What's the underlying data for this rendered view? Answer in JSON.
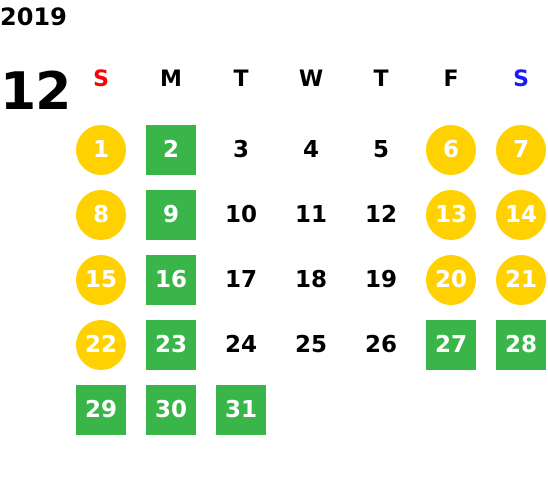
{
  "calendar": {
    "year": "2019",
    "month": "12",
    "weekdays": [
      {
        "label": "S",
        "color": "#ff0000"
      },
      {
        "label": "M",
        "color": "#000000"
      },
      {
        "label": "T",
        "color": "#000000"
      },
      {
        "label": "W",
        "color": "#000000"
      },
      {
        "label": "T",
        "color": "#000000"
      },
      {
        "label": "F",
        "color": "#000000"
      },
      {
        "label": "S",
        "color": "#1a1aff"
      }
    ],
    "days": [
      {
        "n": "1",
        "marker": "circle"
      },
      {
        "n": "2",
        "marker": "square"
      },
      {
        "n": "3",
        "marker": "none"
      },
      {
        "n": "4",
        "marker": "none"
      },
      {
        "n": "5",
        "marker": "none"
      },
      {
        "n": "6",
        "marker": "circle"
      },
      {
        "n": "7",
        "marker": "circle"
      },
      {
        "n": "8",
        "marker": "circle"
      },
      {
        "n": "9",
        "marker": "square"
      },
      {
        "n": "10",
        "marker": "none"
      },
      {
        "n": "11",
        "marker": "none"
      },
      {
        "n": "12",
        "marker": "none"
      },
      {
        "n": "13",
        "marker": "circle"
      },
      {
        "n": "14",
        "marker": "circle"
      },
      {
        "n": "15",
        "marker": "circle"
      },
      {
        "n": "16",
        "marker": "square"
      },
      {
        "n": "17",
        "marker": "none"
      },
      {
        "n": "18",
        "marker": "none"
      },
      {
        "n": "19",
        "marker": "none"
      },
      {
        "n": "20",
        "marker": "circle"
      },
      {
        "n": "21",
        "marker": "circle"
      },
      {
        "n": "22",
        "marker": "circle"
      },
      {
        "n": "23",
        "marker": "square"
      },
      {
        "n": "24",
        "marker": "none"
      },
      {
        "n": "25",
        "marker": "none"
      },
      {
        "n": "26",
        "marker": "none"
      },
      {
        "n": "27",
        "marker": "square"
      },
      {
        "n": "28",
        "marker": "square"
      },
      {
        "n": "29",
        "marker": "square"
      },
      {
        "n": "30",
        "marker": "square"
      },
      {
        "n": "31",
        "marker": "square"
      }
    ],
    "colors": {
      "circle": "#ffd100",
      "square": "#39b54a"
    }
  }
}
